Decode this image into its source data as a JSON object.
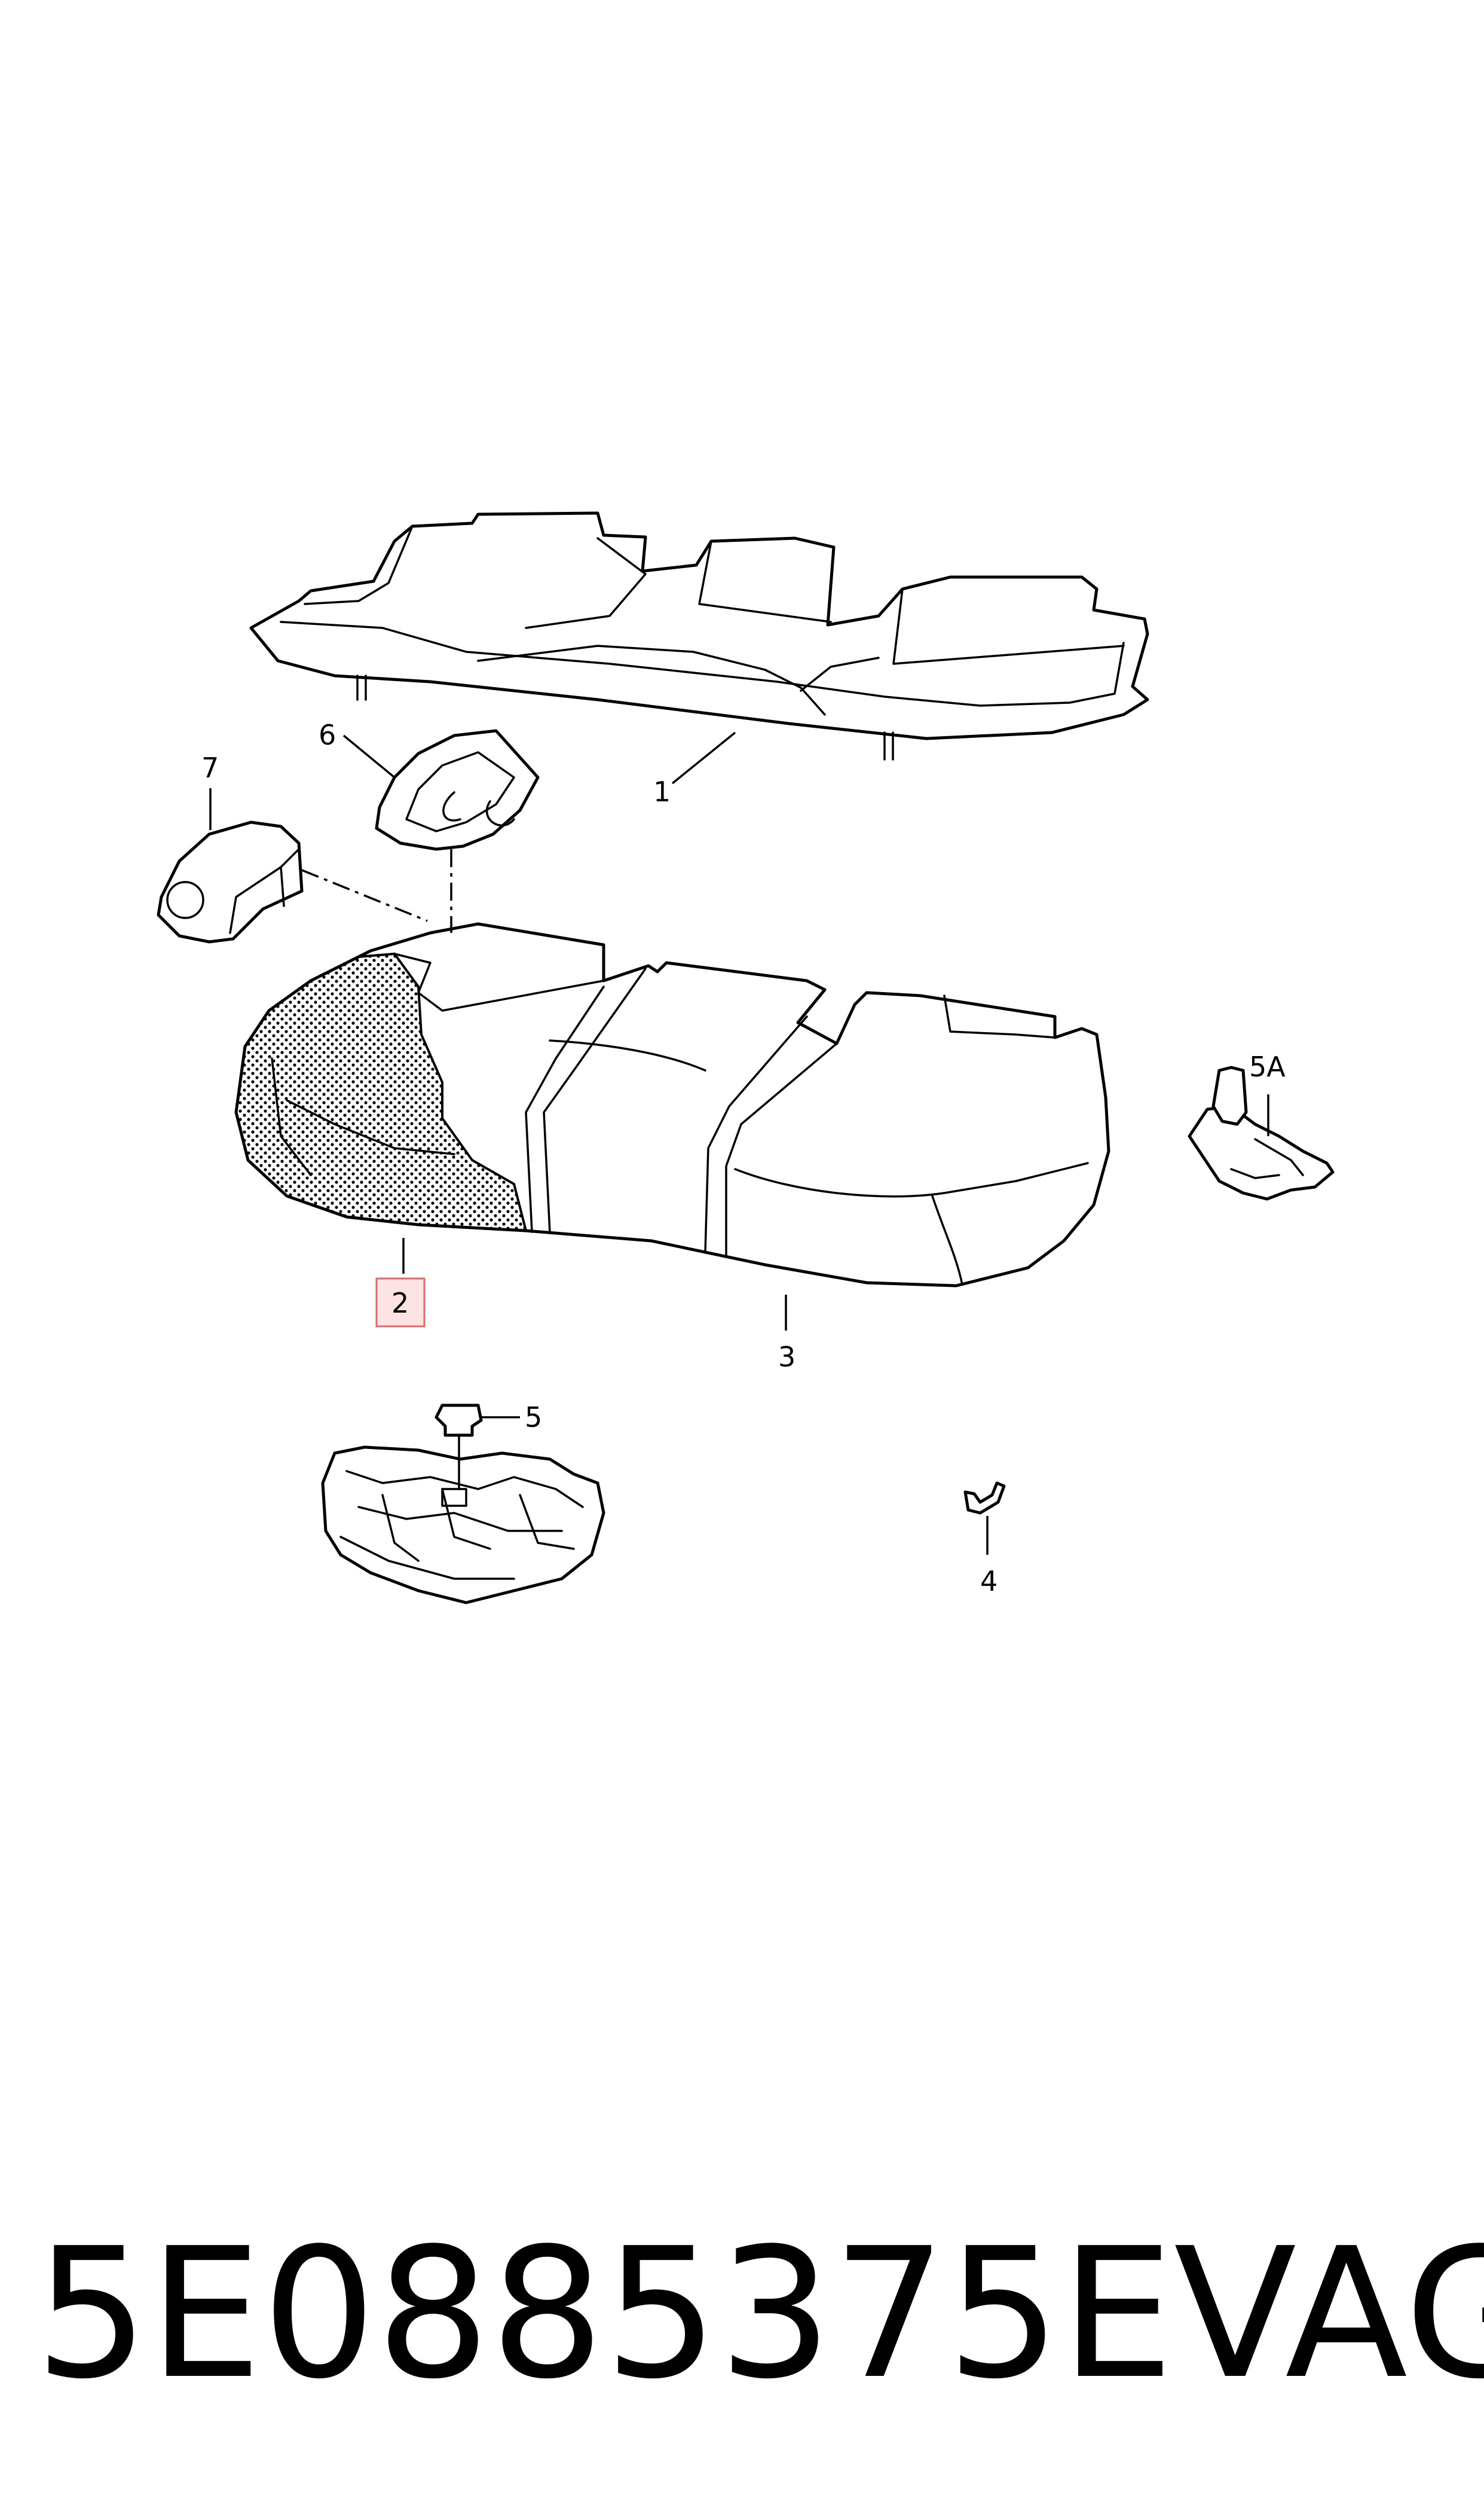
{
  "callouts": {
    "c1": "1",
    "c2": "2",
    "c3": "3",
    "c4": "4",
    "c5": "5",
    "c5a": "5A",
    "c6": "6",
    "c7": "7"
  },
  "highlighted_callout": "2",
  "colors": {
    "line": "#000000",
    "highlight_fill": "#fde3e3",
    "highlight_stroke": "#e06868",
    "background": "#ffffff"
  },
  "footer": {
    "part_number": "5E0885375E",
    "brand": "VAG"
  }
}
